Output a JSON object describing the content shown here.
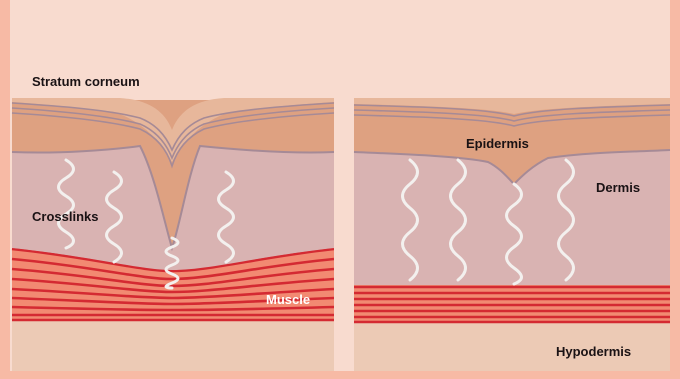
{
  "labels": {
    "stratum_corneum": "Stratum corneum",
    "epidermis": "Epidermis",
    "dermis": "Dermis",
    "crosslinks": "Crosslinks",
    "muscle": "Muscle",
    "hypodermis": "Hypodermis"
  },
  "colors": {
    "background": "#f8dbcf",
    "frame": "#f7baa5",
    "epidermis": "#dea181",
    "dermis": "#d9b3b2",
    "hypodermis": "#eccab5",
    "muscle": "#f28a72",
    "muscle_line": "#d42a32",
    "fiber": "#f3f0ee",
    "layer_line": "#a68a96"
  },
  "panels": [
    {
      "id": "wrinkled",
      "features": [
        "fold",
        "compressed-fiber",
        "contracted-muscle"
      ]
    },
    {
      "id": "smooth",
      "features": [
        "shallow-dip",
        "relaxed-muscle"
      ]
    }
  ]
}
